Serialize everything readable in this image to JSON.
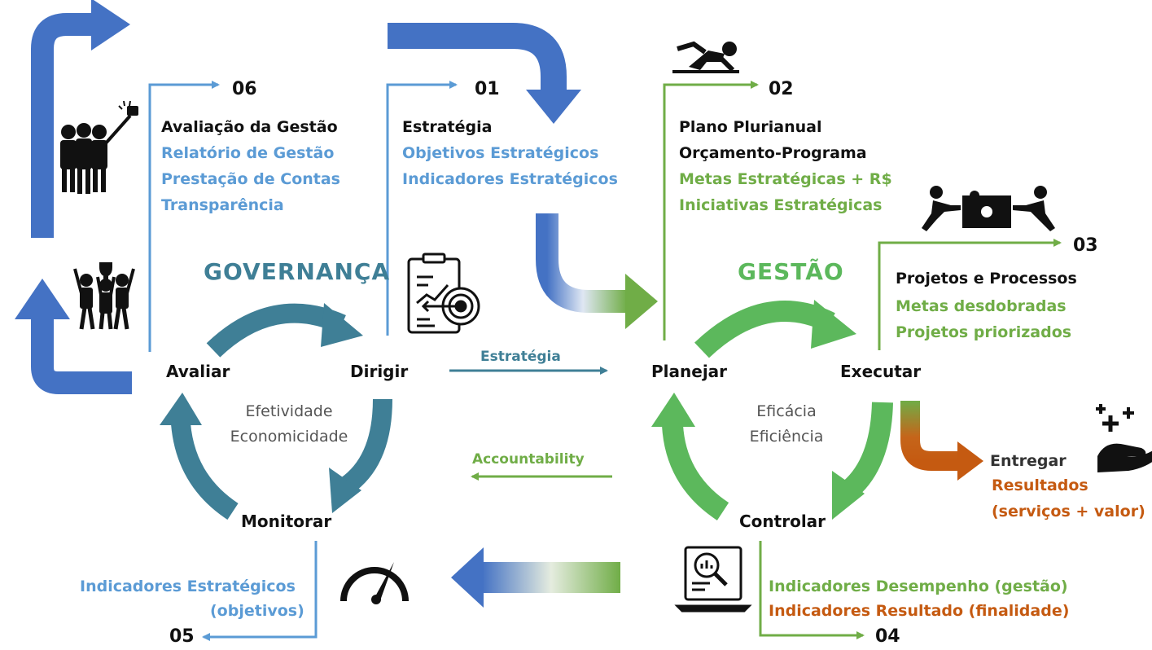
{
  "colors": {
    "governance": "#3f7f96",
    "management": "#5cb85c",
    "blue_arrow": "#4472c4",
    "green_line": "#70ad47",
    "blue_text": "#5b9bd5",
    "orange": "#c55a11"
  },
  "titles": {
    "governance": "GOVERNANÇA",
    "management": "GESTÃO"
  },
  "governance_cycle": {
    "nodes": [
      "Avaliar",
      "Dirigir",
      "Monitorar"
    ],
    "center": [
      "Efetividade",
      "Economicidade"
    ]
  },
  "management_cycle": {
    "nodes": [
      "Planejar",
      "Executar",
      "Controlar"
    ],
    "center": [
      "Eficácia",
      "Eficiência"
    ]
  },
  "flows": {
    "strategy": "Estratégia",
    "accountability": "Accountability"
  },
  "steps": {
    "s01": {
      "number": "01",
      "title": "Estratégia",
      "items": [
        "Objetivos Estratégicos",
        "Indicadores Estratégicos"
      ]
    },
    "s02": {
      "number": "02",
      "titles": [
        "Plano Plurianual",
        "Orçamento-Programa"
      ],
      "items": [
        "Metas Estratégicas + R$",
        "Iniciativas Estratégicas"
      ]
    },
    "s03": {
      "number": "03",
      "title": "Projetos e Processos",
      "items": [
        "Metas desdobradas",
        "Projetos priorizados"
      ]
    },
    "s04": {
      "number": "04",
      "items": [
        "Indicadores Desempenho (gestão)",
        "Indicadores Resultado (finalidade)"
      ]
    },
    "s05": {
      "number": "05",
      "items": [
        "Indicadores Estratégicos",
        "(objetivos)"
      ]
    },
    "s06": {
      "number": "06",
      "title": "Avaliação da Gestão",
      "items": [
        "Relatório de Gestão",
        "Prestação de Contas",
        "Transparência"
      ]
    }
  },
  "deliver": {
    "label": "Entregar",
    "items": [
      "Resultados",
      "(serviços + valor)"
    ]
  },
  "icons": [
    "selfie-group-icon",
    "celebrating-team-icon",
    "strategy-target-icon",
    "runner-start-icon",
    "puzzle-team-icon",
    "gauge-icon",
    "laptop-analytics-icon",
    "hand-sparkle-icon"
  ]
}
